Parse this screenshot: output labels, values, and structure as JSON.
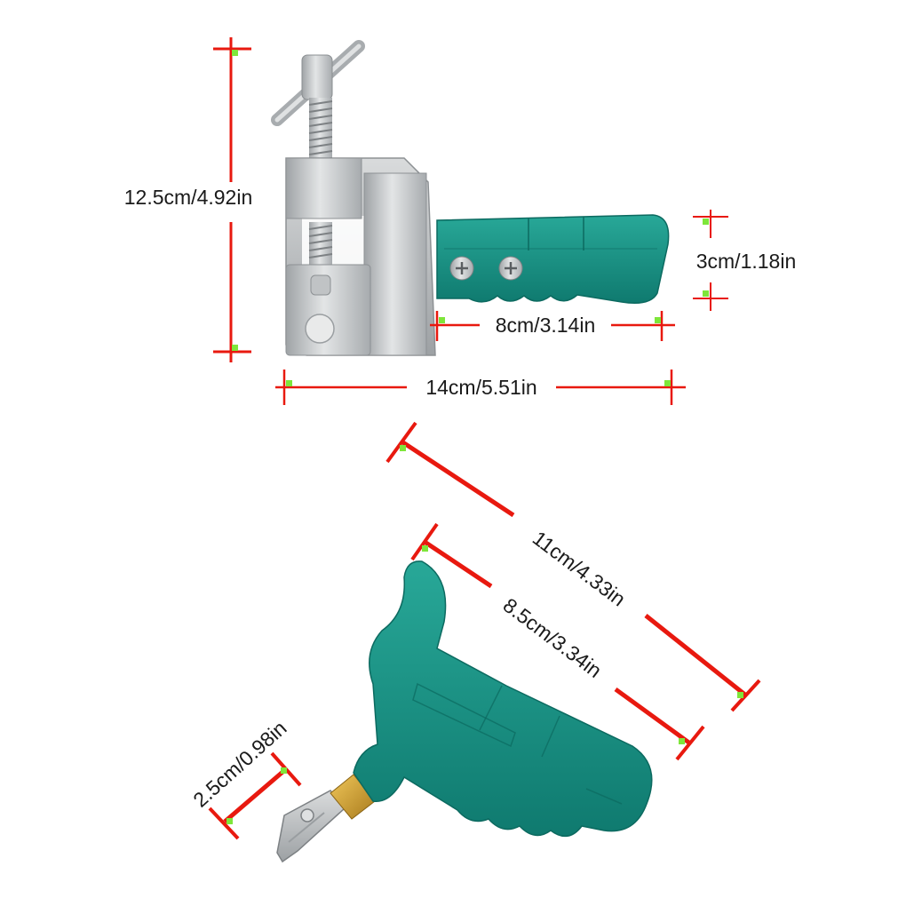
{
  "image": {
    "background": "#ffffff",
    "colors": {
      "tool_teal": "#1a9487",
      "metal_silver": "#c8cacc",
      "brass": "#d4a233",
      "dimension_red": "#e8190f",
      "marker_green": "#7ee63a"
    },
    "products": [
      {
        "name": "glass breaker clamp",
        "icon": "tile-breaker-clamp"
      },
      {
        "name": "glass cutter",
        "icon": "glass-cutter"
      }
    ]
  },
  "dimensions": {
    "clamp_height": "12.5cm/4.92in",
    "handle_diameter": "3cm/1.18in",
    "handle_length": "8cm/3.14in",
    "clamp_total_length": "14cm/5.51in",
    "cutter_total_length": "11cm/4.33in",
    "cutter_handle_length": "8.5cm/3.34in",
    "cutter_head_length": "2.5cm/0.98in"
  }
}
